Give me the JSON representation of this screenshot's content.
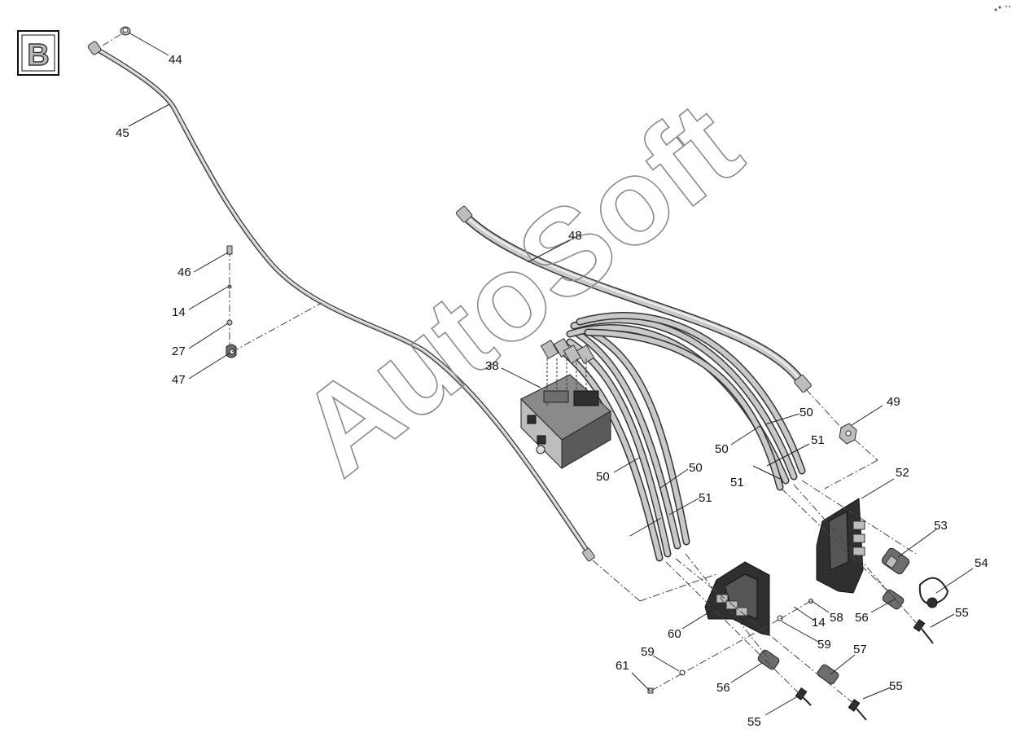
{
  "section_badge": "B",
  "watermark": "AutoSoft",
  "callouts": [
    "44",
    "45",
    "46",
    "14",
    "27",
    "47",
    "48",
    "38",
    "49",
    "50",
    "50",
    "51",
    "50",
    "50",
    "51",
    "51",
    "52",
    "53",
    "54",
    "55",
    "56",
    "58",
    "14",
    "60",
    "59",
    "57",
    "59",
    "61",
    "56",
    "55",
    "55"
  ]
}
